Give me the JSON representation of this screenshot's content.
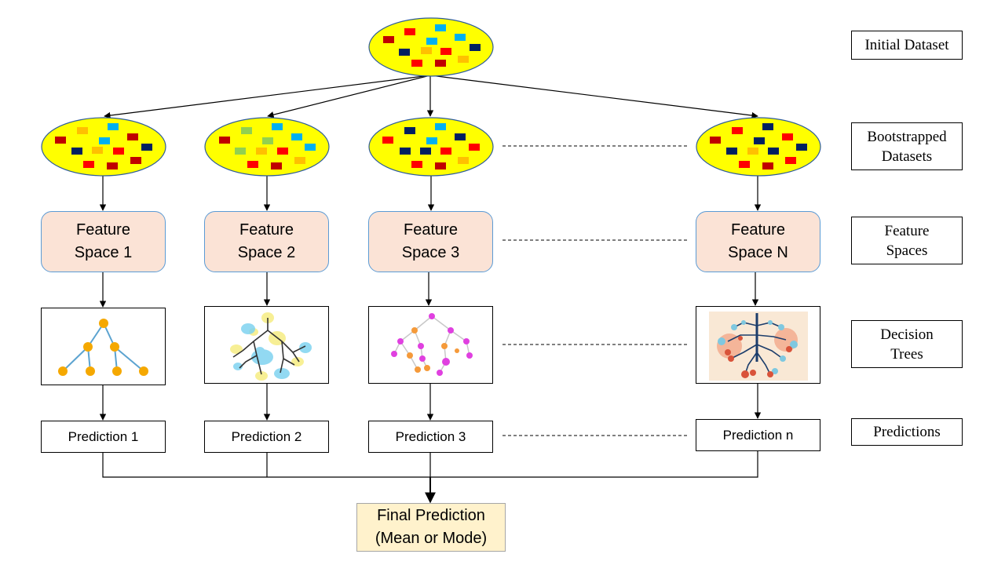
{
  "legend": {
    "initial_dataset": "Initial  Dataset",
    "bootstrapped_datasets": "Bootstrapped\nDatasets",
    "feature_spaces": "Feature\nSpaces",
    "decision_trees": "Decision\nTrees",
    "predictions": "Predictions"
  },
  "feature_spaces": [
    "Feature\nSpace 1",
    "Feature\nSpace 2",
    "Feature\nSpace 3",
    "Feature\nSpace N"
  ],
  "predictions": [
    "Prediction 1",
    "Prediction 2",
    "Prediction 3",
    "Prediction n"
  ],
  "final_prediction": "Final Prediction\n(Mean or Mode)",
  "colors": {
    "dataset_fill": "#ffff00",
    "dataset_stroke": "#2e5c9a",
    "feature_fill": "#fbe3d6",
    "final_fill": "#fff2cc",
    "dark_red": "#c00000",
    "red": "#ff0000",
    "sky": "#00b0f0",
    "navy": "#002060",
    "orange": "#ffc000",
    "green": "#92d050"
  }
}
